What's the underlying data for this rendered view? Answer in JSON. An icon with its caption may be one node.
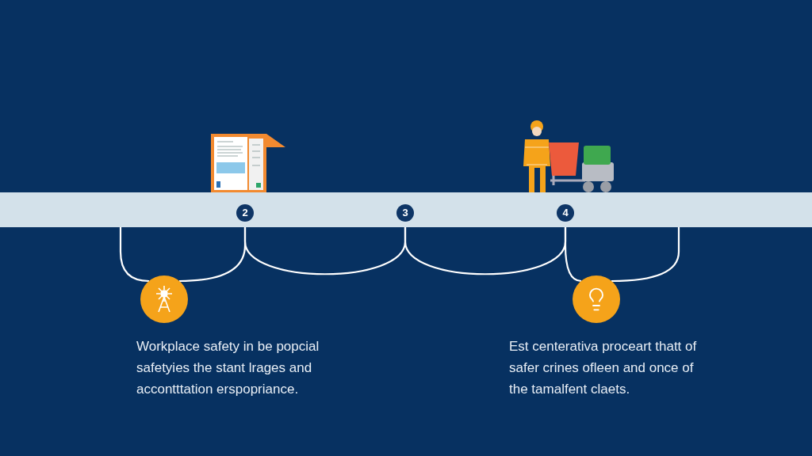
{
  "diagram": {
    "nodes": [
      {
        "text": [],
        "shape": "bar"
      },
      {
        "text": [
          "2"
        ],
        "in": 0
      },
      {
        "text": [
          "3"
        ],
        "in": 0
      },
      {
        "text": [
          "4"
        ],
        "in": 0
      },
      {
        "text": [],
        "shape": "circle"
      },
      {
        "text": [],
        "shape": "circle"
      }
    ],
    "edges": [
      {
        "from": 0,
        "to": 4,
        "arrow": "none"
      },
      {
        "from": 1,
        "to": 4,
        "arrow": "none"
      },
      {
        "from": 1,
        "to": 2,
        "arrow": "none"
      },
      {
        "from": 2,
        "to": 3,
        "arrow": "none"
      },
      {
        "from": 3,
        "to": 5,
        "arrow": "none"
      },
      {
        "from": 0,
        "to": 5,
        "arrow": "none"
      }
    ],
    "labels": [
      "Workplace safety in be popcial safetyies the stant lrages and accontttation erspopriance.",
      "Est centerativa proceart thatt of safer crines ofleen and once of the tamalfent claets."
    ]
  }
}
